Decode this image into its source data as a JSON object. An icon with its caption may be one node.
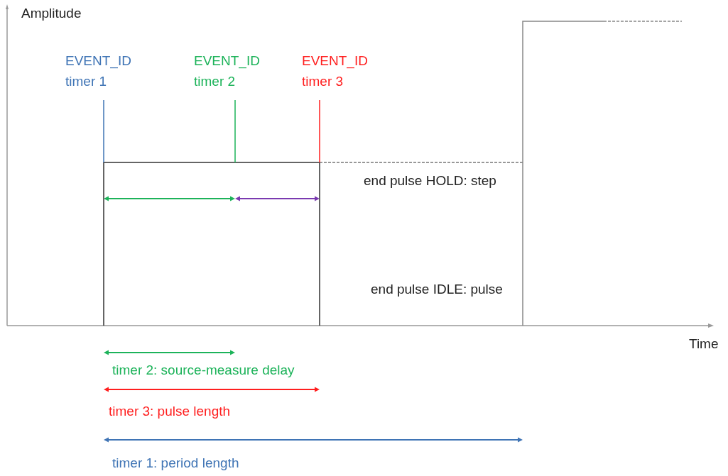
{
  "diagram": {
    "labels": [
      "Amplitude",
      "EVENT_ID",
      "timer 1",
      "EVENT_ID",
      "timer 2",
      "EVENT_ID",
      "timer 3",
      "end pulse HOLD: step",
      "end pulse IDLE: pulse",
      "Time",
      "timer 2: source-measure delay",
      "timer 3: pulse length",
      "timer 1: period length"
    ]
  }
}
